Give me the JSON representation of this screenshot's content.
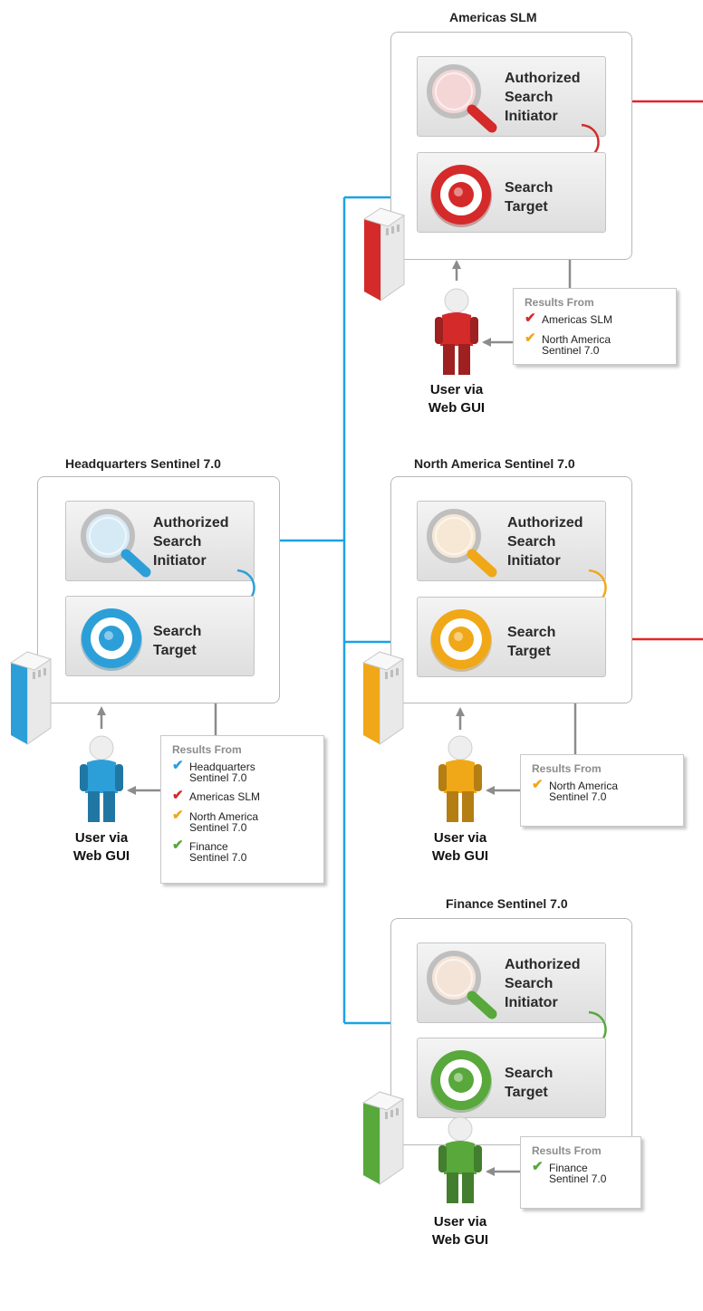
{
  "colors": {
    "americas": "#d42a2a",
    "headquarters": "#2c9fd9",
    "north_america": "#f0a818",
    "finance": "#58a83c",
    "connector_blue": "#1aa3e6",
    "connector_red": "#e0262a",
    "connector_gray": "#8c8c8c"
  },
  "labels": {
    "authorized_search_initiator": [
      "Authorized",
      "Search",
      "Initiator"
    ],
    "search_target": [
      "Search",
      "Target"
    ],
    "user_via_web_gui": [
      "User via",
      "Web GUI"
    ],
    "results_from": "Results From"
  },
  "nodes": {
    "americas": {
      "title": "Americas SLM",
      "results": [
        {
          "check_color": "#d42a2a",
          "lines": [
            "Americas SLM"
          ]
        },
        {
          "check_color": "#f0a818",
          "lines": [
            "North America",
            "Sentinel 7.0"
          ]
        }
      ]
    },
    "headquarters": {
      "title": "Headquarters Sentinel 7.0",
      "results": [
        {
          "check_color": "#2c9fd9",
          "lines": [
            "Headquarters",
            "Sentinel 7.0"
          ]
        },
        {
          "check_color": "#d42a2a",
          "lines": [
            "Americas SLM"
          ]
        },
        {
          "check_color": "#f0a818",
          "lines": [
            "North America",
            "Sentinel 7.0"
          ]
        },
        {
          "check_color": "#58a83c",
          "lines": [
            "Finance",
            "Sentinel 7.0"
          ]
        }
      ]
    },
    "north_america": {
      "title": "North America Sentinel 7.0",
      "results": [
        {
          "check_color": "#f0a818",
          "lines": [
            "North America",
            "Sentinel 7.0"
          ]
        }
      ]
    },
    "finance": {
      "title": "Finance Sentinel 7.0",
      "results": [
        {
          "check_color": "#58a83c",
          "lines": [
            "Finance",
            "Sentinel 7.0"
          ]
        }
      ]
    }
  },
  "icons": {
    "initiator": "magnifier-icon",
    "target": "target-icon",
    "server": "server-icon",
    "user": "user-icon",
    "check": "check-icon"
  }
}
